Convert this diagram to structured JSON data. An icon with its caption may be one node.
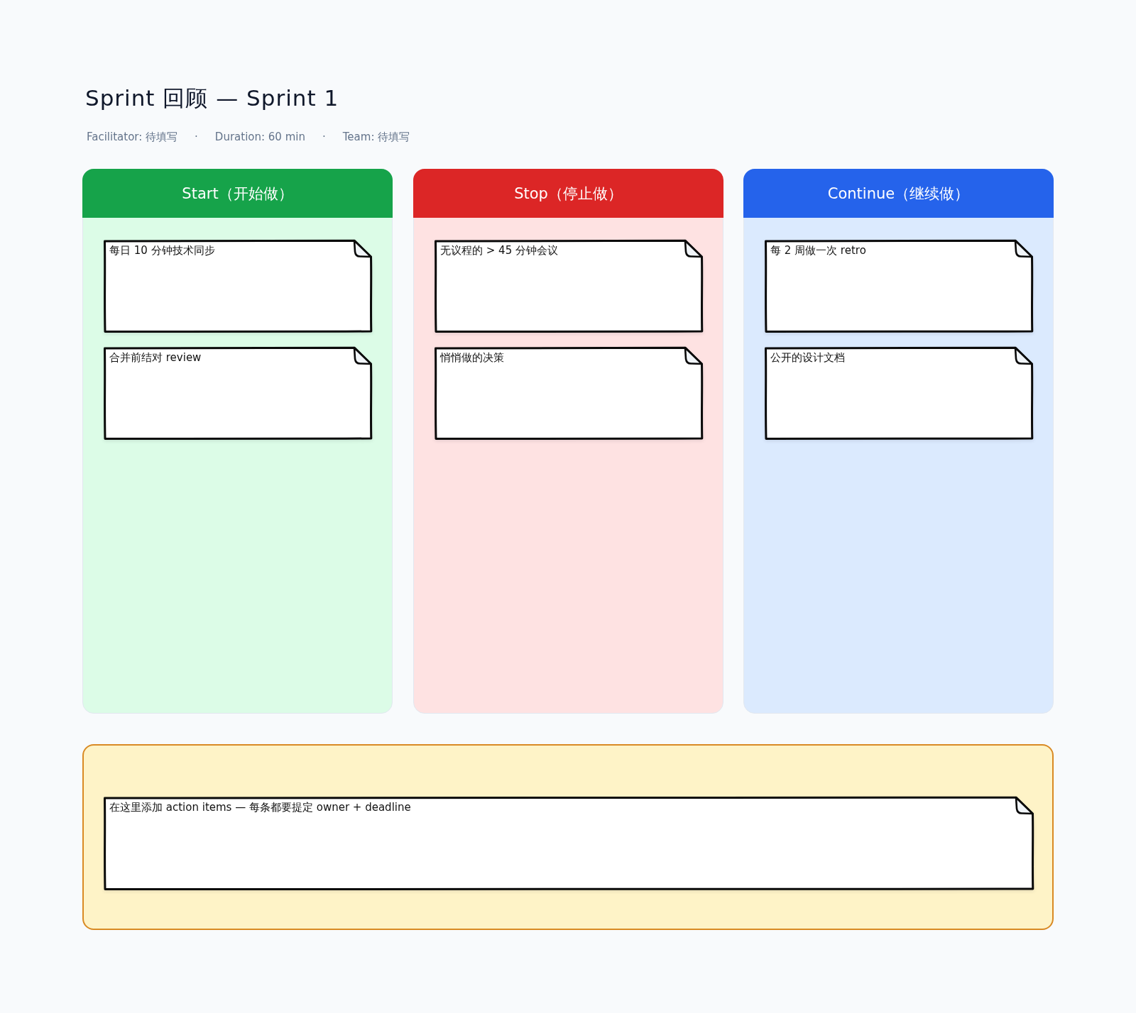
{
  "diagram": {
    "title": "Sprint 回顾 — Sprint 1",
    "nodes": [
      {
        "text": [
          "Start（开始做）"
        ]
      },
      {
        "text": [
          "每日 10 分钟技术同步"
        ],
        "in": 0
      },
      {
        "text": [
          "合并前结对 review"
        ],
        "in": 0
      },
      {
        "text": [
          "Stop（停止做）"
        ]
      },
      {
        "text": [
          "无议程的 > 45 分钟会议"
        ],
        "in": 3
      },
      {
        "text": [
          "悄悄做的决策"
        ],
        "in": 3
      },
      {
        "text": [
          "Continue（继续做）"
        ]
      },
      {
        "text": [
          "每 2 周做一次 retro"
        ],
        "in": 6
      },
      {
        "text": [
          "公开的设计文档"
        ],
        "in": 6
      },
      {
        "text": [],
        "shape": "box"
      },
      {
        "text": [
          "在这里添加 action items — 每条都要提定 owner + deadline"
        ],
        "in": 9
      }
    ],
    "labels": [
      "Facilitator: 待填写",
      "·",
      "Duration: 60 min",
      "·",
      "Team: 待填写"
    ]
  }
}
